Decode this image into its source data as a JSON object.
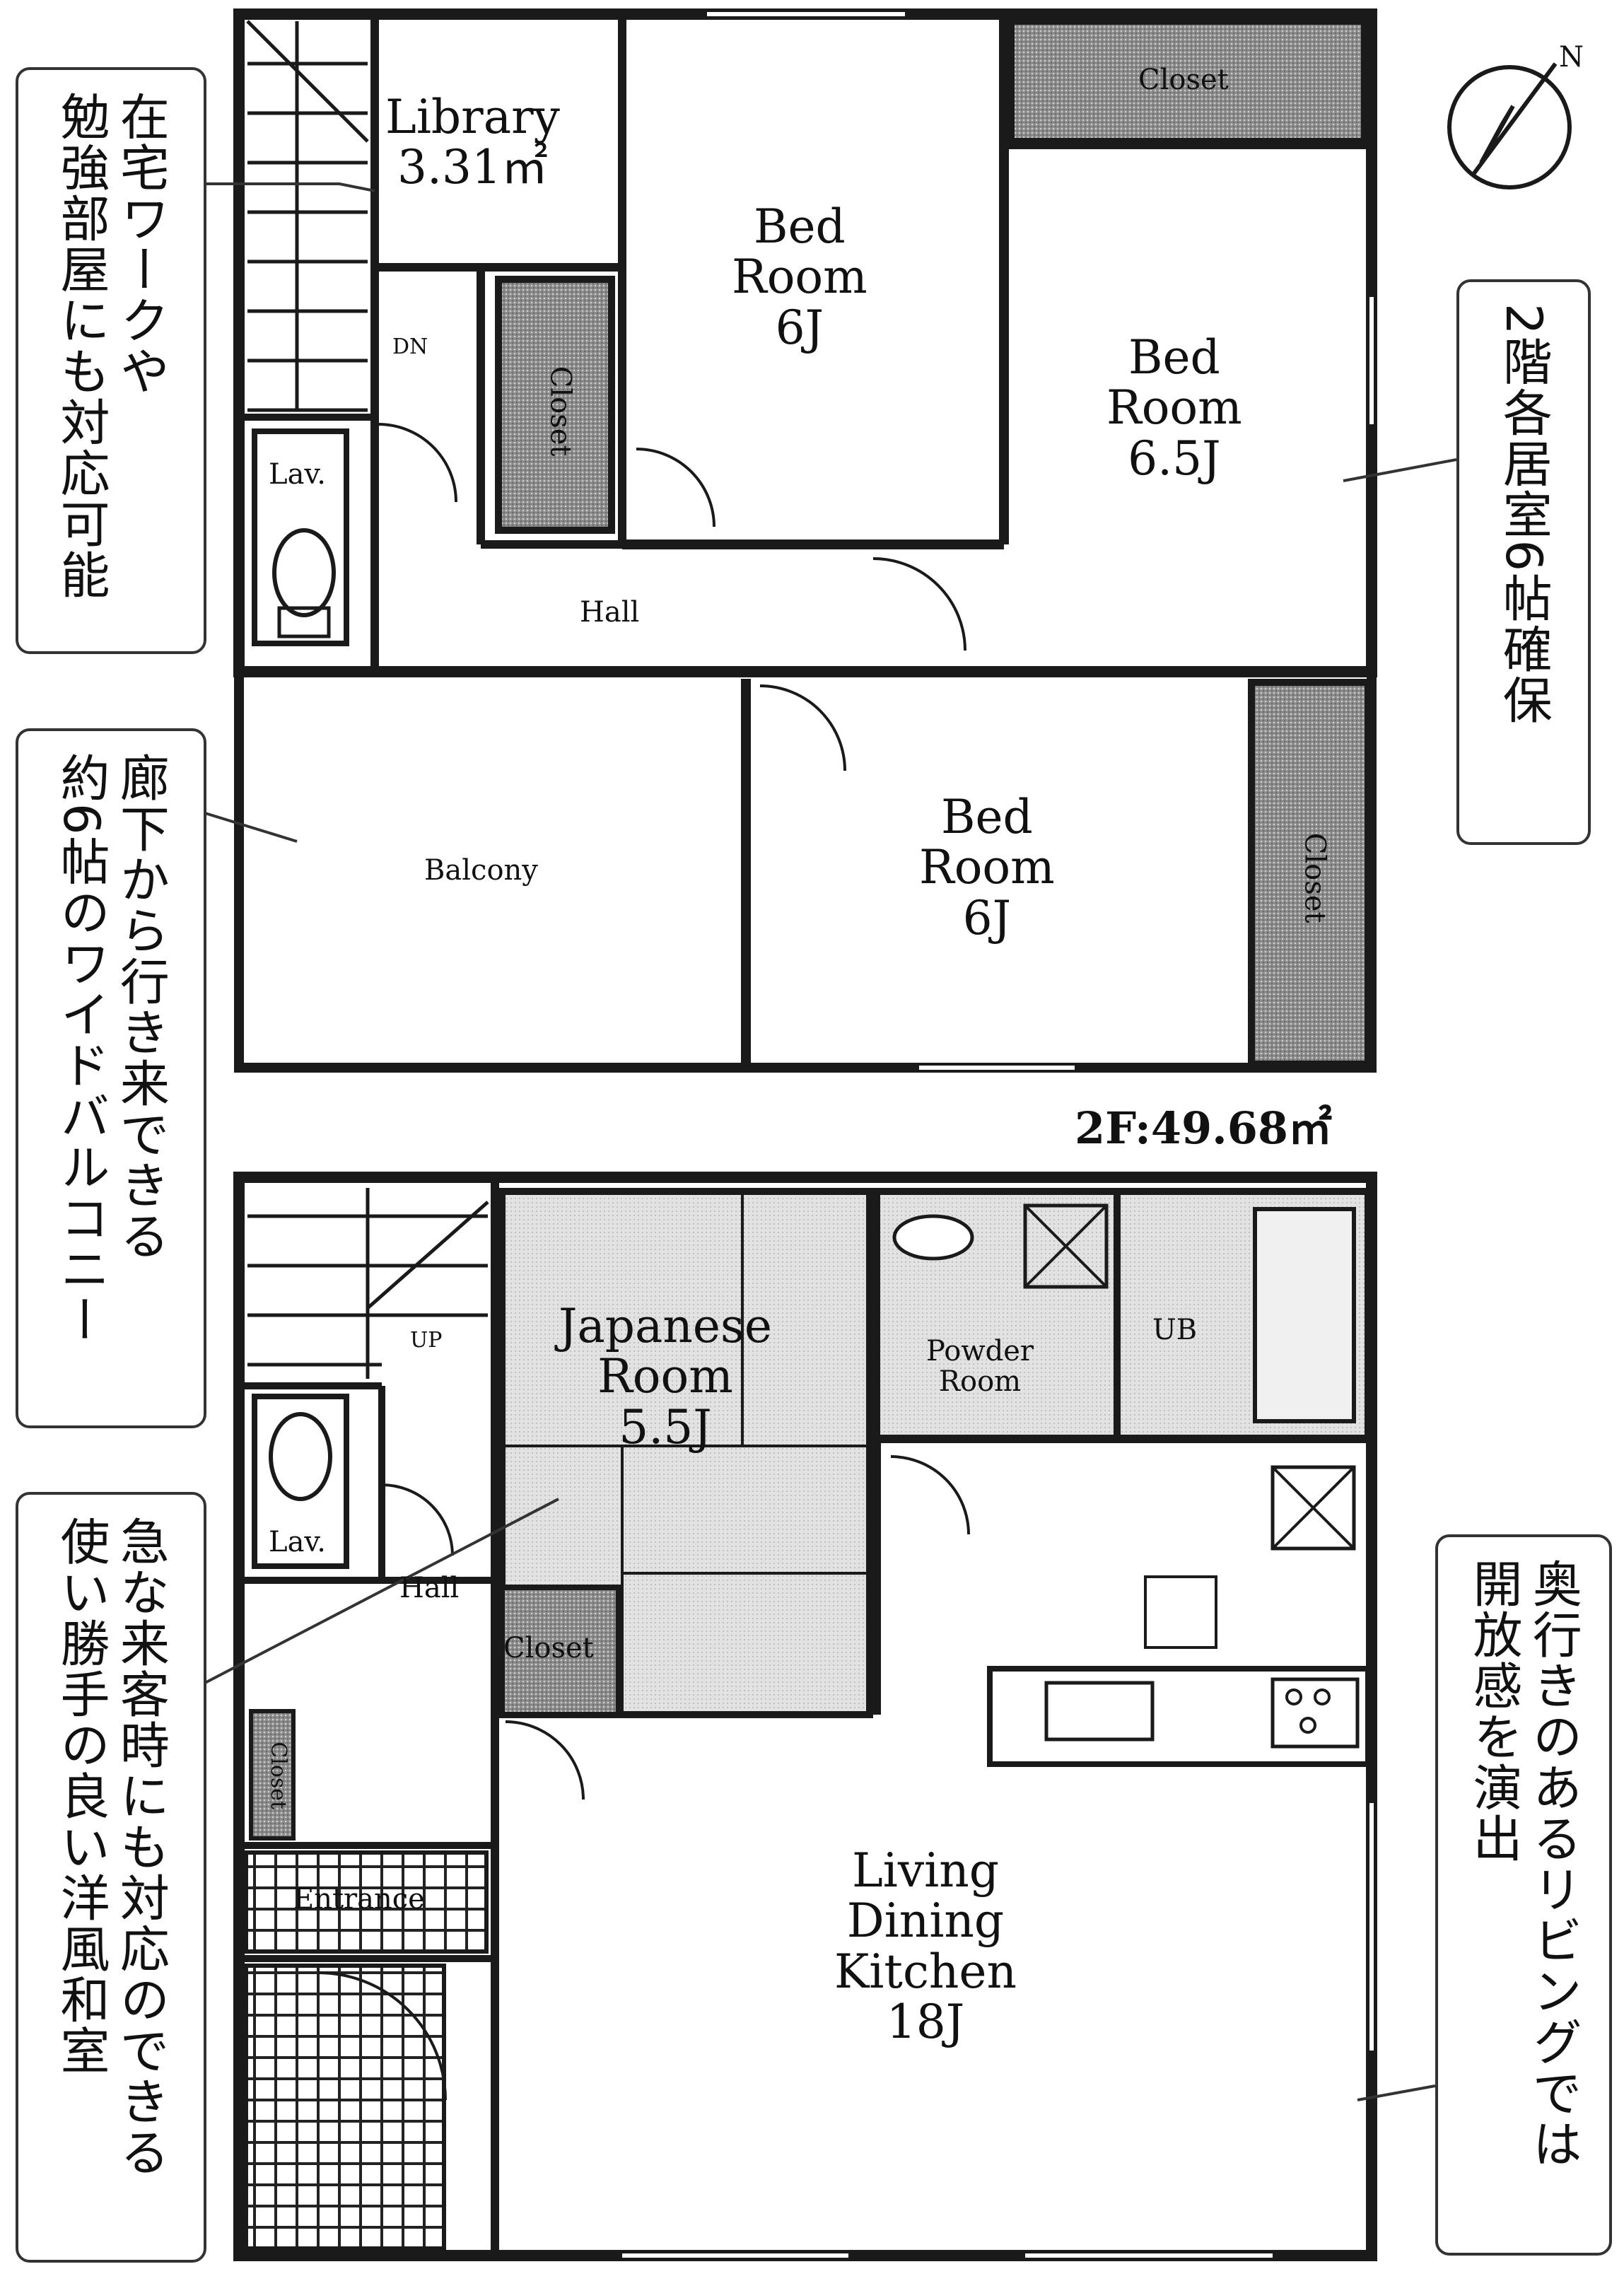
{
  "compass": {
    "label": "N"
  },
  "second_floor": {
    "area": "2F:49.68㎡",
    "rooms": {
      "library": [
        "Library",
        "3.31㎡"
      ],
      "bed1": [
        "Bed",
        "Room",
        "6J"
      ],
      "bed2": [
        "Bed",
        "Room",
        "6.5J"
      ],
      "bed3": [
        "Bed",
        "Room",
        "6J"
      ],
      "closet_top": "Closet",
      "closet_mid": "Closet",
      "closet_right": "Closet",
      "hall": "Hall",
      "balcony": "Balcony",
      "lav": "Lav.",
      "dn": "DN"
    }
  },
  "first_floor": {
    "rooms": {
      "japanese": [
        "Japanese",
        "Room",
        "5.5J"
      ],
      "powder": [
        "Powder",
        "Room"
      ],
      "ub": "UB",
      "ldk": [
        "Living",
        "Dining",
        "Kitchen",
        "18J"
      ],
      "closet": "Closet",
      "closet_small": "Closet",
      "entrance": "Entrance",
      "hall": "Hall",
      "lav": "Lav.",
      "up": "UP"
    }
  },
  "callouts": {
    "library_note": [
      "在宅ワークや",
      "勉強部屋にも対応可能"
    ],
    "bedroom_note": [
      "2階各居室6帖確保"
    ],
    "balcony_note": [
      "廊下から行き来できる",
      "約6帖のワイドバルコニー"
    ],
    "japanese_note": [
      "急な来客時にも対応のできる",
      "使い勝手の良い洋風和室"
    ],
    "living_note": [
      "奥行きのあるリビングでは",
      "開放感を演出"
    ]
  }
}
